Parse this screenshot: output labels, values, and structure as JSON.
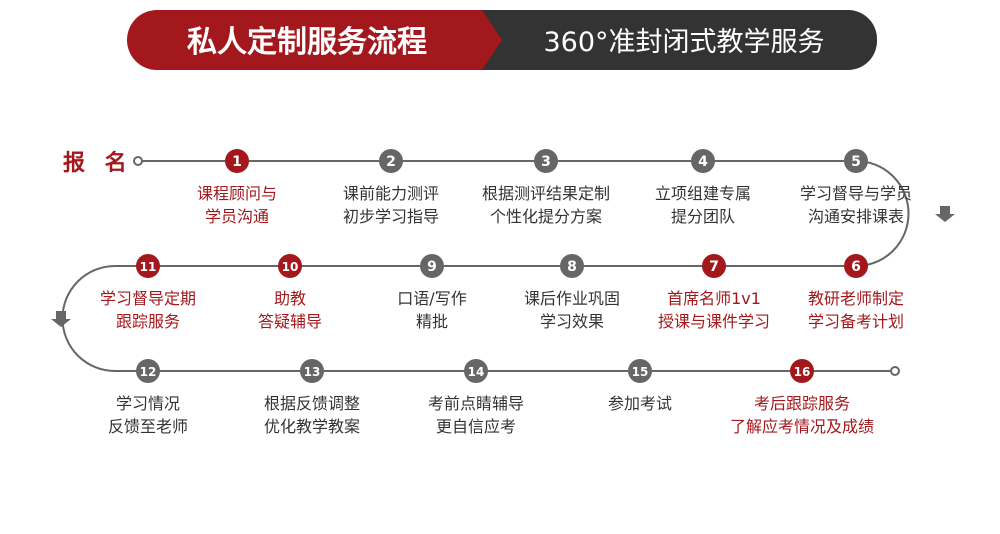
{
  "header": {
    "title": "私人定制服务流程",
    "subtitle": "360°准封闭式教学服务"
  },
  "start_label": "报 名",
  "colors": {
    "red": "#a3181d",
    "gray": "#666666",
    "banner_dark": "#333333",
    "text": "#333333"
  },
  "steps": [
    {
      "num": "1",
      "label": "课程顾问与\n学员沟通",
      "color": "red"
    },
    {
      "num": "2",
      "label": "课前能力测评\n初步学习指导",
      "color": "gray"
    },
    {
      "num": "3",
      "label": "根据测评结果定制\n个性化提分方案",
      "color": "gray"
    },
    {
      "num": "4",
      "label": "立项组建专属\n提分团队",
      "color": "gray"
    },
    {
      "num": "5",
      "label": "学习督导与学员\n沟通安排课表",
      "color": "gray"
    },
    {
      "num": "6",
      "label": "教研老师制定\n学习备考计划",
      "color": "red"
    },
    {
      "num": "7",
      "label": "首席名师1v1\n授课与课件学习",
      "color": "red"
    },
    {
      "num": "8",
      "label": "课后作业巩固\n学习效果",
      "color": "gray"
    },
    {
      "num": "9",
      "label": "口语/写作\n精批",
      "color": "gray"
    },
    {
      "num": "10",
      "label": "助教\n答疑辅导",
      "color": "red"
    },
    {
      "num": "11",
      "label": "学习督导定期\n跟踪服务",
      "color": "red"
    },
    {
      "num": "12",
      "label": "学习情况\n反馈至老师",
      "color": "gray"
    },
    {
      "num": "13",
      "label": "根据反馈调整\n优化教学教案",
      "color": "gray"
    },
    {
      "num": "14",
      "label": "考前点睛辅导\n更自信应考",
      "color": "gray"
    },
    {
      "num": "15",
      "label": "参加考试",
      "color": "gray"
    },
    {
      "num": "16",
      "label": "考后跟踪服务\n了解应考情况及成绩",
      "color": "red"
    }
  ]
}
